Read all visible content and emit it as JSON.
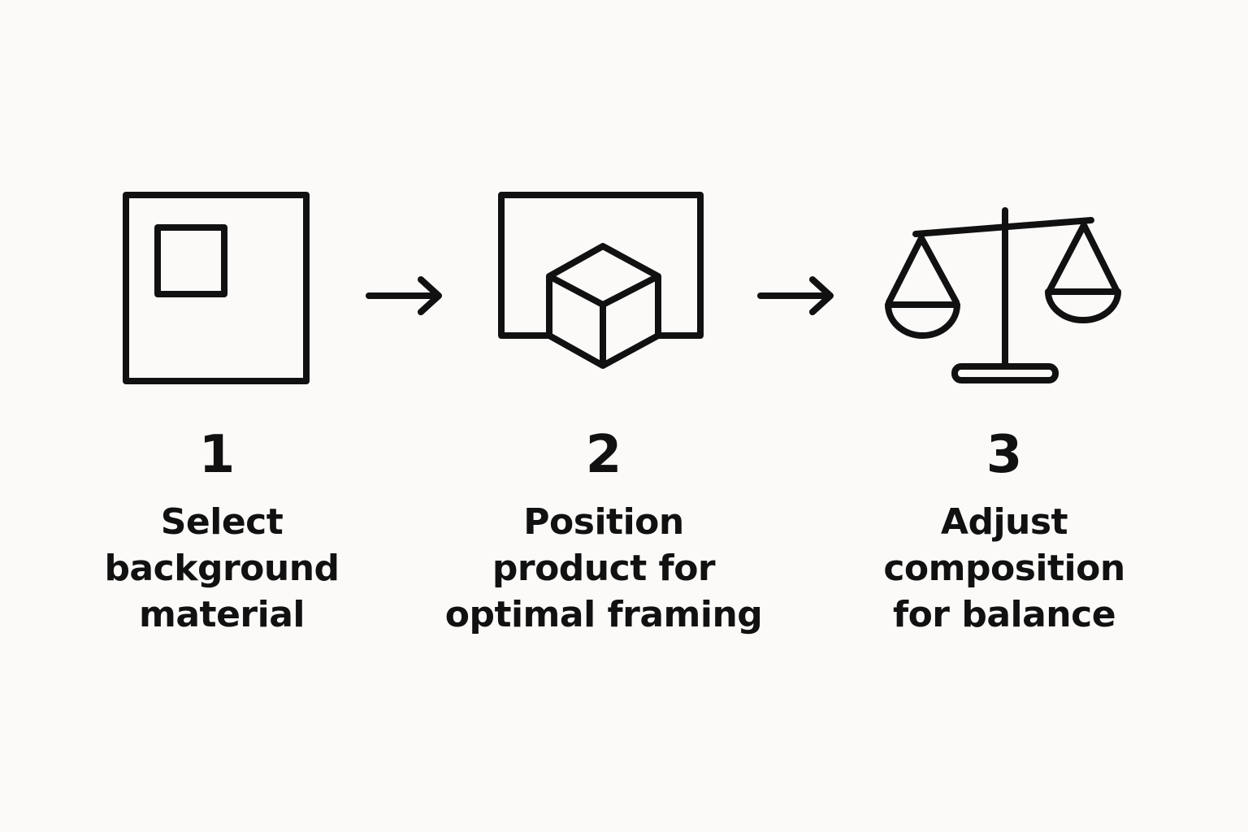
{
  "diagram": {
    "steps": [
      {
        "number": "1",
        "label_lines": [
          "Select",
          "background",
          "material"
        ],
        "icon": "background-material-icon"
      },
      {
        "number": "2",
        "label_lines": [
          "Position",
          "product for",
          "optimal framing"
        ],
        "icon": "product-framing-icon"
      },
      {
        "number": "3",
        "label_lines": [
          "Adjust",
          "composition",
          "for balance"
        ],
        "icon": "balance-scale-icon"
      }
    ],
    "connectors": [
      "arrow-right-icon",
      "arrow-right-icon"
    ],
    "colors": {
      "background": "#fbfaf8",
      "ink": "#111111"
    }
  }
}
